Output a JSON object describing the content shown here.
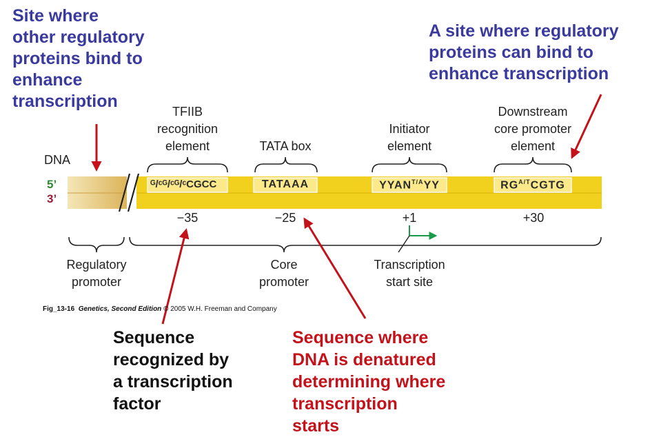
{
  "annotations": {
    "upstream": [
      "Site where",
      "other regulatory",
      "proteins bind to",
      "enhance",
      "transcription"
    ],
    "downstream": [
      "A site where regulatory",
      "proteins can bind to",
      "enhance transcription"
    ],
    "factor": [
      "Sequence",
      "recognized by",
      "a transcription",
      "factor"
    ],
    "denatured": [
      "Sequence where",
      "DNA is denatured",
      "determining where",
      "transcription",
      "starts"
    ]
  },
  "diagram": {
    "dna_label": "DNA",
    "strand_5": "5’",
    "strand_3": "3’",
    "elements": {
      "tfiib": [
        "TFIIB",
        "recognition",
        "element"
      ],
      "tata": [
        "TATA box"
      ],
      "initiator": [
        "Initiator",
        "element"
      ],
      "downstream": [
        "Downstream",
        "core promoter",
        "element"
      ]
    },
    "sequences": {
      "tfiib": "ᴳ/ᶜᴳ/ᶜᴳ/ᶜCGCC",
      "tata": "TATAAA",
      "initiator_a": "YYAN",
      "initiator_sup": "T/A",
      "initiator_b": "YY",
      "downstream_a": "RG",
      "downstream_sup": "A/T",
      "downstream_b": "CGTG"
    },
    "positions": [
      "−35",
      "−25",
      "+1",
      "+30"
    ],
    "regions": {
      "regulatory": [
        "Regulatory",
        "promoter"
      ],
      "core": [
        "Core",
        "promoter"
      ],
      "start": [
        "Transcription",
        "start site"
      ]
    }
  },
  "caption": {
    "fig": "Fig_13-16",
    "book": "Genetics, Second Edition",
    "rest": "© 2005 W.H. Freeman and Company"
  },
  "colors": {
    "annotation_blue": "#3a3a9e",
    "arrow_red": "#c4121a",
    "dna_yellow": "#f2d01e",
    "strand_green": "#2f8a2f",
    "strand_maroon": "#9b1b3a",
    "start_arrow": "#1a9b4a"
  }
}
